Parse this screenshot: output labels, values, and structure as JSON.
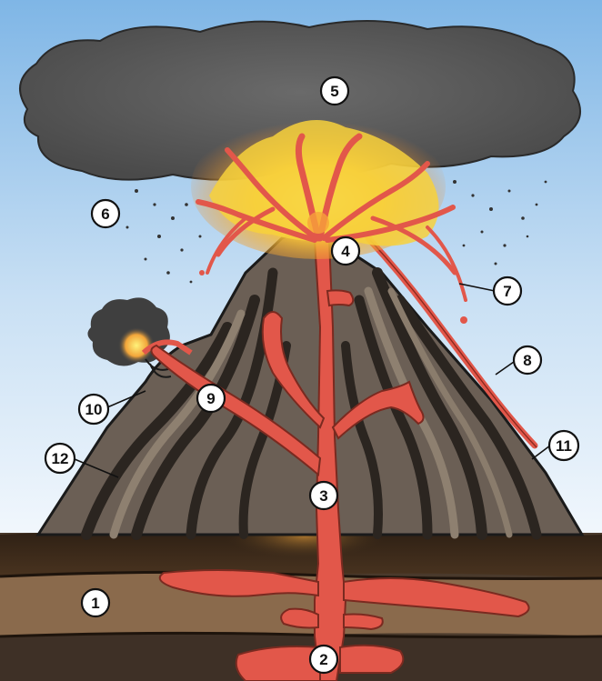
{
  "diagram": {
    "labels": [
      {
        "id": "1",
        "text": "1"
      },
      {
        "id": "2",
        "text": "2"
      },
      {
        "id": "3",
        "text": "3"
      },
      {
        "id": "4",
        "text": "4"
      },
      {
        "id": "5",
        "text": "5"
      },
      {
        "id": "6",
        "text": "6"
      },
      {
        "id": "7",
        "text": "7"
      },
      {
        "id": "8",
        "text": "8"
      },
      {
        "id": "9",
        "text": "9"
      },
      {
        "id": "10",
        "text": "10"
      },
      {
        "id": "11",
        "text": "11"
      },
      {
        "id": "12",
        "text": "12"
      }
    ]
  },
  "colors": {
    "sky_top": "#7fb6e6",
    "sky_bottom": "#f3f8fd",
    "ash_cloud": "#5a5a5a",
    "magma": "#e2574a",
    "lava_glow": "#f7c23a",
    "cone_dark": "#3c3530",
    "cone_mid": "#6a5f55",
    "cone_light": "#8a7c6c",
    "ground_top": "#3a2a1c",
    "ground_mid": "#8a6a4a",
    "ground_deep": "#4a3a2c"
  }
}
